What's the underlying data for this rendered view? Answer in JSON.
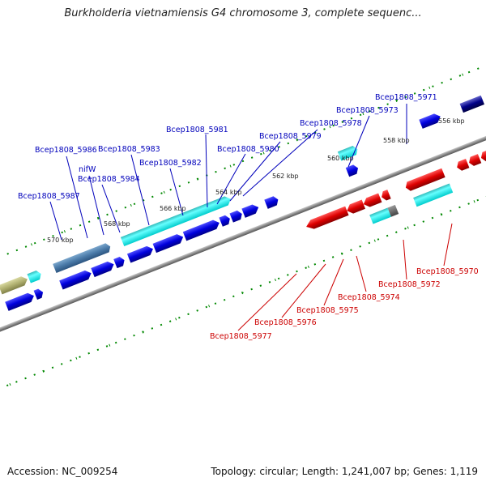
{
  "title": "Burkholderia vietnamiensis G4 chromosome 3, complete sequenc...",
  "footer": {
    "accession": "Accession: NC_009254",
    "summary": "Topology: circular; Length: 1,241,007 bp; Genes: 1,119"
  },
  "colors": {
    "forward_label": "#0000bb",
    "reverse_label": "#cc0000",
    "forward_gene": "#0000dd",
    "reverse_gene": "#dd0000",
    "cyan_gene": "#00dddd",
    "tick": "#008800",
    "backbone": "#777777"
  },
  "scale_labels": [
    "570 kbp",
    "568 kbp",
    "566 kbp",
    "564 kbp",
    "562 kbp",
    "560 kbp",
    "558 kbp",
    "556 kbp"
  ],
  "forward_labels": [
    "Bcep1808_5987",
    "Bcep1808_5986",
    "nifW",
    "Bcep1808_5984",
    "Bcep1808_5983",
    "Bcep1808_5982",
    "Bcep1808_5981",
    "Bcep1808_5980",
    "Bcep1808_5979",
    "Bcep1808_5978",
    "Bcep1808_5973",
    "Bcep1808_5971"
  ],
  "reverse_labels": [
    "Bcep1808_5977",
    "Bcep1808_5976",
    "Bcep1808_5975",
    "Bcep1808_5974",
    "Bcep1808_5972",
    "Bcep1808_5970"
  ]
}
